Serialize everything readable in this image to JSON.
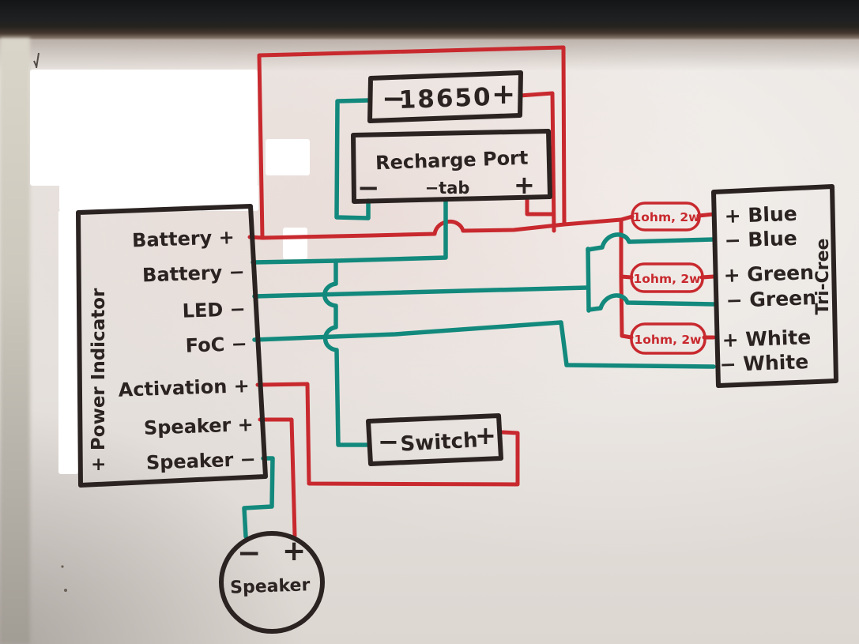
{
  "colors": {
    "positive_wire": "#c8292e",
    "negative_wire": "#12897c",
    "marker_black": "#2a2321",
    "resistor_red": "#c8292e"
  },
  "battery": {
    "neg": "−",
    "label": "18650",
    "pos": "+"
  },
  "recharge_port": {
    "title": "Recharge Port",
    "neg": "−",
    "tab": "−tab",
    "pos": "+"
  },
  "soundboard": {
    "side_label": "+ Power Indicator",
    "pins": [
      "Battery +",
      "Battery −",
      "LED −",
      "FoC −",
      "Activation +",
      "Speaker +",
      "Speaker −"
    ]
  },
  "tricree": {
    "side_label": "Tri-Cree",
    "pins": [
      "+ Blue",
      "− Blue",
      "+ Green",
      "− Green",
      "+ White",
      "− White"
    ]
  },
  "resistors": {
    "r1": "1ohm, 2w",
    "r2": "1ohm, 2w",
    "r3": "1ohm, 2w"
  },
  "switch": {
    "neg": "−",
    "label": "Switch",
    "pos": "+"
  },
  "speaker": {
    "neg": "−",
    "pos": "+",
    "label": "Speaker"
  }
}
